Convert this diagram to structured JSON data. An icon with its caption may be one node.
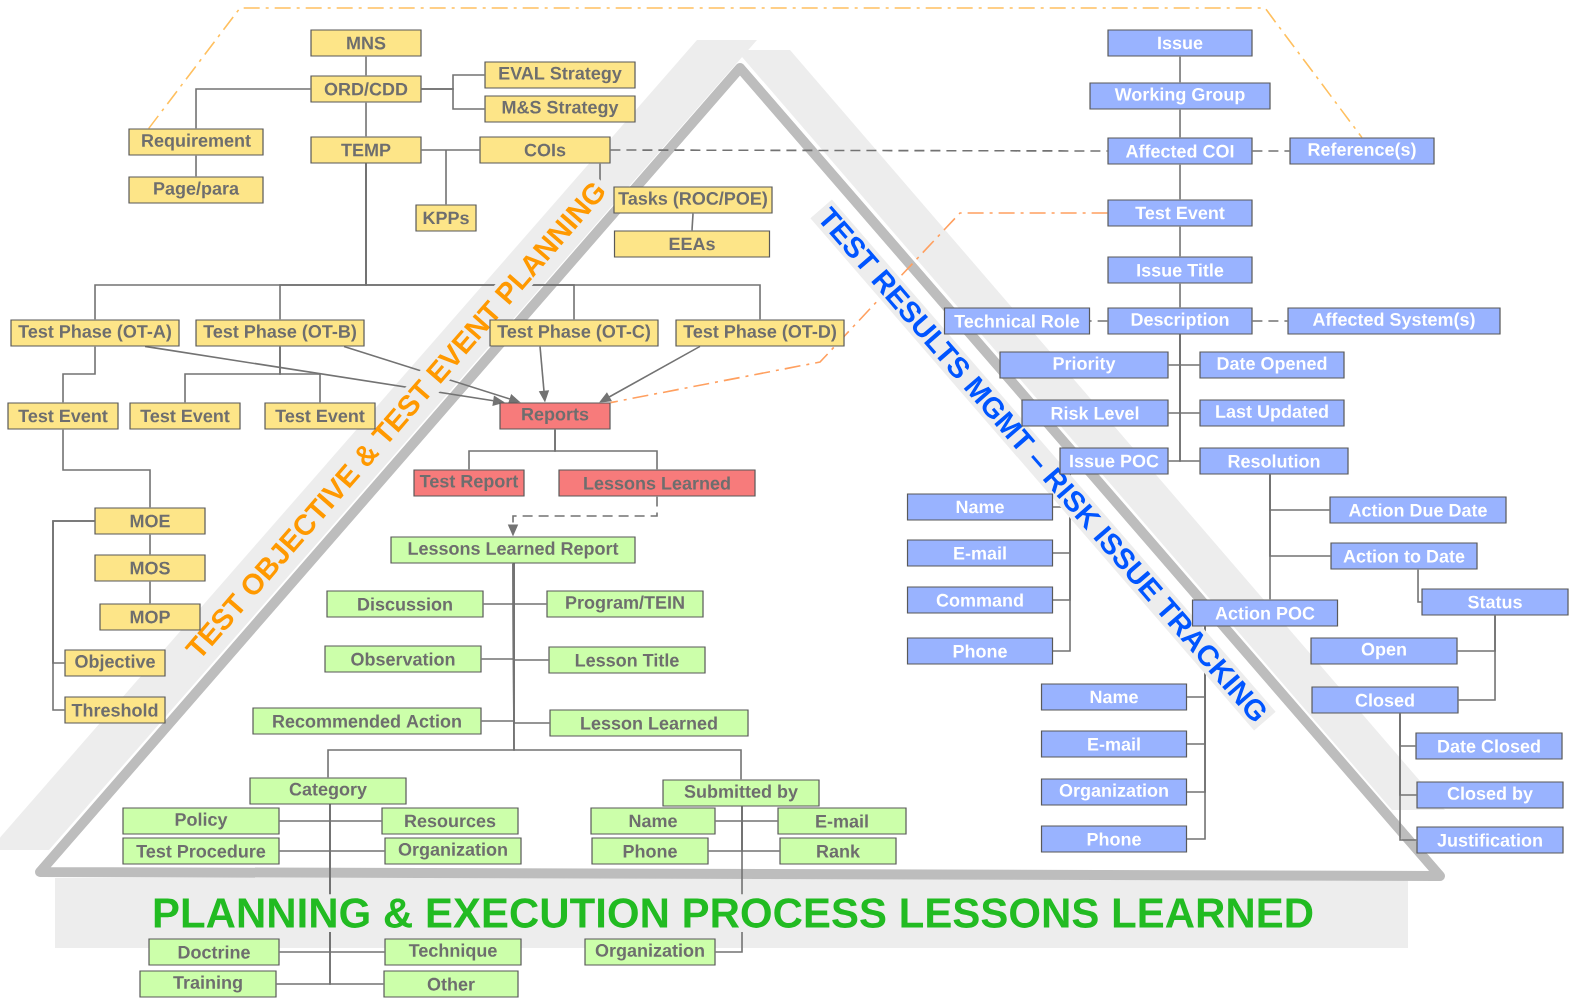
{
  "diagram": {
    "nodes": [
      {
        "text": [
          "MNS"
        ]
      },
      {
        "text": [
          "ORD/CDD"
        ]
      },
      {
        "text": [
          "EVAL Strategy"
        ]
      },
      {
        "text": [
          "M&S Strategy"
        ]
      },
      {
        "text": [
          "Requirement"
        ]
      },
      {
        "text": [
          "Page/para"
        ]
      },
      {
        "text": [
          "TEMP"
        ]
      },
      {
        "text": [
          "COIs"
        ]
      },
      {
        "text": [
          "KPPs"
        ]
      },
      {
        "text": [
          "Tasks (ROC/POE)"
        ]
      },
      {
        "text": [
          "EEAs"
        ]
      },
      {
        "text": [
          "Test Phase (OT-A)"
        ]
      },
      {
        "text": [
          "Test Phase (OT-B)"
        ]
      },
      {
        "text": [
          "Test Phase (OT-C)"
        ]
      },
      {
        "text": [
          "Test Phase (OT-D)"
        ]
      },
      {
        "text": [
          "Test Event"
        ]
      },
      {
        "text": [
          "Test Event"
        ]
      },
      {
        "text": [
          "Test Event"
        ]
      },
      {
        "text": [
          "MOE"
        ]
      },
      {
        "text": [
          "MOS"
        ]
      },
      {
        "text": [
          "MOP"
        ]
      },
      {
        "text": [
          "Objective"
        ]
      },
      {
        "text": [
          "Threshold"
        ]
      },
      {
        "text": [
          "Reports"
        ]
      },
      {
        "text": [
          "Test Report"
        ]
      },
      {
        "text": [
          "Lessons Learned"
        ]
      },
      {
        "text": [
          "Lessons Learned Report"
        ]
      },
      {
        "text": [
          "Discussion"
        ]
      },
      {
        "text": [
          "Program/TEIN"
        ]
      },
      {
        "text": [
          "Observation"
        ]
      },
      {
        "text": [
          "Lesson Title"
        ]
      },
      {
        "text": [
          "Recommended Action"
        ]
      },
      {
        "text": [
          "Lesson Learned"
        ]
      },
      {
        "text": [
          "Category"
        ]
      },
      {
        "text": [
          "Submitted by"
        ]
      },
      {
        "text": [
          "Policy"
        ]
      },
      {
        "text": [
          "Resources"
        ]
      },
      {
        "text": [
          "Name"
        ]
      },
      {
        "text": [
          "E-mail"
        ]
      },
      {
        "text": [
          "Test Procedure"
        ]
      },
      {
        "text": [
          "Organization"
        ]
      },
      {
        "text": [
          "Phone"
        ]
      },
      {
        "text": [
          "Rank"
        ]
      },
      {
        "text": [
          "Doctrine"
        ]
      },
      {
        "text": [
          "Technique"
        ]
      },
      {
        "text": [
          "Organization"
        ]
      },
      {
        "text": [
          "Training"
        ]
      },
      {
        "text": [
          "Other"
        ]
      },
      {
        "text": [
          "Issue"
        ]
      },
      {
        "text": [
          "Working Group"
        ]
      },
      {
        "text": [
          "Affected COI"
        ]
      },
      {
        "text": [
          "Reference(s)"
        ]
      },
      {
        "text": [
          "Test Event"
        ]
      },
      {
        "text": [
          "Issue Title"
        ]
      },
      {
        "text": [
          "Technical Role"
        ]
      },
      {
        "text": [
          "Description"
        ]
      },
      {
        "text": [
          "Affected System(s)"
        ]
      },
      {
        "text": [
          "Priority"
        ]
      },
      {
        "text": [
          "Date Opened"
        ]
      },
      {
        "text": [
          "Risk Level"
        ]
      },
      {
        "text": [
          "Last Updated"
        ]
      },
      {
        "text": [
          "Issue POC"
        ]
      },
      {
        "text": [
          "Resolution"
        ]
      },
      {
        "text": [
          "Name"
        ]
      },
      {
        "text": [
          "E-mail"
        ]
      },
      {
        "text": [
          "Command"
        ]
      },
      {
        "text": [
          "Phone"
        ]
      },
      {
        "text": [
          "Action Due Date"
        ]
      },
      {
        "text": [
          "Action to Date"
        ]
      },
      {
        "text": [
          "Action POC"
        ]
      },
      {
        "text": [
          "Status"
        ]
      },
      {
        "text": [
          "Open"
        ]
      },
      {
        "text": [
          "Closed"
        ]
      },
      {
        "text": [
          "Name"
        ]
      },
      {
        "text": [
          "E-mail"
        ]
      },
      {
        "text": [
          "Organization"
        ]
      },
      {
        "text": [
          "Phone"
        ]
      },
      {
        "text": [
          "Date Closed"
        ]
      },
      {
        "text": [
          "Closed by"
        ]
      },
      {
        "text": [
          "Justification"
        ]
      }
    ],
    "edges": [
      {
        "from": 0,
        "to": 1,
        "arrow": "none"
      },
      {
        "from": 1,
        "to": 2,
        "arrow": "none"
      },
      {
        "from": 1,
        "to": 3,
        "arrow": "none"
      },
      {
        "from": 1,
        "to": 4,
        "arrow": "none"
      },
      {
        "from": 4,
        "to": 5,
        "arrow": "none"
      },
      {
        "from": 1,
        "to": 6,
        "arrow": "none"
      },
      {
        "from": 6,
        "to": 7,
        "arrow": "none"
      },
      {
        "from": 6,
        "to": 8,
        "arrow": "none"
      },
      {
        "from": 7,
        "to": 9,
        "arrow": "none"
      },
      {
        "from": 9,
        "to": 10,
        "arrow": "none"
      },
      {
        "from": 6,
        "to": 11,
        "arrow": "none"
      },
      {
        "from": 6,
        "to": 12,
        "arrow": "none"
      },
      {
        "from": 6,
        "to": 13,
        "arrow": "none"
      },
      {
        "from": 6,
        "to": 14,
        "arrow": "none"
      },
      {
        "from": 11,
        "to": 15,
        "arrow": "none"
      },
      {
        "from": 12,
        "to": 16,
        "arrow": "none"
      },
      {
        "from": 12,
        "to": 17,
        "arrow": "none"
      },
      {
        "from": 15,
        "to": 18,
        "arrow": "none"
      },
      {
        "from": 18,
        "to": 19,
        "arrow": "none"
      },
      {
        "from": 19,
        "to": 20,
        "arrow": "none"
      },
      {
        "from": 18,
        "to": 21,
        "arrow": "none"
      },
      {
        "from": 18,
        "to": 22,
        "arrow": "none"
      },
      {
        "from": 11,
        "to": 23,
        "arrow": "to"
      },
      {
        "from": 12,
        "to": 23,
        "arrow": "to"
      },
      {
        "from": 13,
        "to": 23,
        "arrow": "to"
      },
      {
        "from": 14,
        "to": 23,
        "arrow": "to"
      },
      {
        "from": 23,
        "to": 24,
        "arrow": "none"
      },
      {
        "from": 23,
        "to": 25,
        "arrow": "none"
      },
      {
        "from": 25,
        "to": 26,
        "arrow": "to",
        "style": "dashed"
      },
      {
        "from": 26,
        "to": 27,
        "arrow": "none"
      },
      {
        "from": 26,
        "to": 28,
        "arrow": "none"
      },
      {
        "from": 26,
        "to": 29,
        "arrow": "none"
      },
      {
        "from": 26,
        "to": 30,
        "arrow": "none"
      },
      {
        "from": 26,
        "to": 31,
        "arrow": "none"
      },
      {
        "from": 26,
        "to": 32,
        "arrow": "none"
      },
      {
        "from": 26,
        "to": 33,
        "arrow": "none"
      },
      {
        "from": 26,
        "to": 34,
        "arrow": "none"
      },
      {
        "from": 33,
        "to": 35,
        "arrow": "none"
      },
      {
        "from": 33,
        "to": 36,
        "arrow": "none"
      },
      {
        "from": 33,
        "to": 39,
        "arrow": "none"
      },
      {
        "from": 33,
        "to": 40,
        "arrow": "none"
      },
      {
        "from": 33,
        "to": 43,
        "arrow": "none"
      },
      {
        "from": 33,
        "to": 44,
        "arrow": "none"
      },
      {
        "from": 33,
        "to": 46,
        "arrow": "none"
      },
      {
        "from": 33,
        "to": 47,
        "arrow": "none"
      },
      {
        "from": 34,
        "to": 37,
        "arrow": "none"
      },
      {
        "from": 34,
        "to": 38,
        "arrow": "none"
      },
      {
        "from": 34,
        "to": 41,
        "arrow": "none"
      },
      {
        "from": 34,
        "to": 42,
        "arrow": "none"
      },
      {
        "from": 34,
        "to": 45,
        "arrow": "none"
      },
      {
        "from": 7,
        "to": 50,
        "arrow": "none",
        "style": "dashed"
      },
      {
        "from": 50,
        "to": 51,
        "arrow": "none",
        "style": "dashed"
      },
      {
        "from": 55,
        "to": 54,
        "arrow": "none",
        "style": "dashed"
      },
      {
        "from": 55,
        "to": 56,
        "arrow": "none",
        "style": "dashed"
      },
      {
        "from": 52,
        "to": 23,
        "arrow": "none",
        "style": "dashed",
        "color": "#ffa060"
      },
      {
        "from": 4,
        "to": 51,
        "arrow": "none",
        "style": "dashed",
        "color": "#ffc060"
      },
      {
        "from": 48,
        "to": 49,
        "arrow": "none"
      },
      {
        "from": 49,
        "to": 50,
        "arrow": "none"
      },
      {
        "from": 50,
        "to": 52,
        "arrow": "none"
      },
      {
        "from": 52,
        "to": 53,
        "arrow": "none"
      },
      {
        "from": 53,
        "to": 55,
        "arrow": "none"
      },
      {
        "from": 55,
        "to": 57,
        "arrow": "none"
      },
      {
        "from": 55,
        "to": 58,
        "arrow": "none"
      },
      {
        "from": 55,
        "to": 59,
        "arrow": "none"
      },
      {
        "from": 55,
        "to": 60,
        "arrow": "none"
      },
      {
        "from": 55,
        "to": 61,
        "arrow": "none"
      },
      {
        "from": 55,
        "to": 62,
        "arrow": "none"
      },
      {
        "from": 61,
        "to": 63,
        "arrow": "none"
      },
      {
        "from": 61,
        "to": 64,
        "arrow": "none"
      },
      {
        "from": 61,
        "to": 65,
        "arrow": "none"
      },
      {
        "from": 61,
        "to": 66,
        "arrow": "none"
      },
      {
        "from": 62,
        "to": 67,
        "arrow": "none"
      },
      {
        "from": 62,
        "to": 68,
        "arrow": "none"
      },
      {
        "from": 62,
        "to": 69,
        "arrow": "none"
      },
      {
        "from": 69,
        "to": 73,
        "arrow": "none"
      },
      {
        "from": 69,
        "to": 74,
        "arrow": "none"
      },
      {
        "from": 69,
        "to": 75,
        "arrow": "none"
      },
      {
        "from": 69,
        "to": 76,
        "arrow": "none"
      },
      {
        "from": 68,
        "to": 70,
        "arrow": "none"
      },
      {
        "from": 70,
        "to": 71,
        "arrow": "none"
      },
      {
        "from": 70,
        "to": 72,
        "arrow": "none"
      },
      {
        "from": 72,
        "to": 77,
        "arrow": "none"
      },
      {
        "from": 72,
        "to": 78,
        "arrow": "none"
      },
      {
        "from": 72,
        "to": 79,
        "arrow": "none"
      }
    ],
    "labels": [
      "TEST OBJECTIVE & TEST EVENT PLANNING",
      "TEST RESULTS MGMT – RISK ISSUE TRACKING",
      "PLANNING & EXECUTION PROCESS LESSONS LEARNED"
    ]
  }
}
